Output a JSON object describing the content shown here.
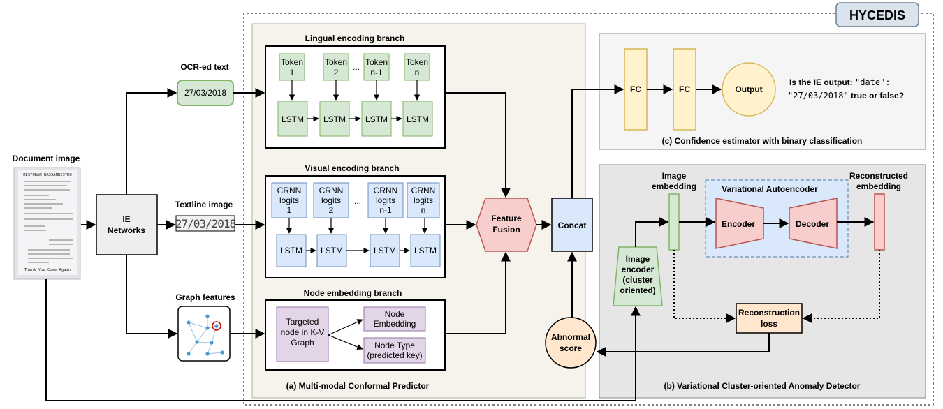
{
  "title": "HYCEDIS",
  "document_image": {
    "label": "Document image",
    "receipt_header": "RESTORAN HASSANBISTRO",
    "receipt_footer": "Thank You Come Again"
  },
  "ie_networks": {
    "line1": "IE",
    "line2": "Networks"
  },
  "ocr_text": {
    "label": "OCR-ed text",
    "value": "27/03/2018"
  },
  "textline_image": {
    "label": "Textline image",
    "value": "27/03/2018"
  },
  "graph_features": {
    "label": "Graph features"
  },
  "lingual_branch": {
    "title": "Lingual encoding branch",
    "tokens": [
      {
        "line1": "Token",
        "line2": "1"
      },
      {
        "line1": "Token",
        "line2": "2"
      },
      {
        "line1": "Token",
        "line2": "n-1"
      },
      {
        "line1": "Token",
        "line2": "n"
      }
    ],
    "ellipsis": "...",
    "lstm": [
      "LSTM",
      "LSTM",
      "LSTM",
      "LSTM"
    ]
  },
  "visual_branch": {
    "title": "Visual encoding branch",
    "logits": [
      {
        "line1": "CRNN",
        "line2": "logits",
        "line3": "1"
      },
      {
        "line1": "CRNN",
        "line2": "logits",
        "line3": "2"
      },
      {
        "line1": "CRNN",
        "line2": "logits",
        "line3": "n-1"
      },
      {
        "line1": "CRNN",
        "line2": "logits",
        "line3": "n"
      }
    ],
    "ellipsis": "...",
    "lstm": [
      "LSTM",
      "LSTM",
      "LSTM",
      "LSTM"
    ]
  },
  "node_branch": {
    "title": "Node embedding branch",
    "targeted": [
      "Targeted",
      "node in K-V",
      "Graph"
    ],
    "node_embedding": [
      "Node",
      "Embedding"
    ],
    "node_type": [
      "Node Type",
      "(predicted key)"
    ]
  },
  "feature_fusion": {
    "line1": "Feature",
    "line2": "Fusion"
  },
  "concat": "Concat",
  "predictor_caption": "(a) Multi-modal Conformal Predictor",
  "confidence": {
    "fc1": "FC",
    "fc2": "FC",
    "output": "Output",
    "question": {
      "pre": "Is the IE output: ",
      "key": "\"date\":",
      "value": "\"27/03/2018\"",
      "post": " true or false?"
    },
    "caption": "(c) Confidence estimator with binary classification"
  },
  "anomaly": {
    "image_embedding": [
      "Image",
      "embedding"
    ],
    "reconstructed_embedding": [
      "Reconstructed",
      "embedding"
    ],
    "vae_title": "Variational Autoencoder",
    "encoder": "Encoder",
    "decoder": "Decoder",
    "image_encoder": [
      "Image",
      "encoder",
      "(cluster",
      "oriented)"
    ],
    "reconstruction_loss": [
      "Reconstruction",
      "loss"
    ],
    "abnormal_score": [
      "Abnormal",
      "score"
    ],
    "caption": "(b) Variational Cluster-oriented Anomaly Detector"
  },
  "colors": {
    "green_fill": "#d5e8d4",
    "green_stroke": "#82b366",
    "blue_fill": "#dae8fc",
    "blue_stroke": "#6c8ebf",
    "purple_fill": "#e1d5e7",
    "purple_stroke": "#9673a6",
    "red_fill": "#f8cecc",
    "red_stroke": "#b85450",
    "yellow_fill": "#fff2cc",
    "yellow_stroke": "#d6b656",
    "orange_fill": "#ffe6cc",
    "orange_stroke": "#d79b00",
    "beige_panel": "#f5f3eb",
    "gray_panel": "#f5f5f5",
    "dark_panel": "#e6e6e6",
    "title_fill": "#dbe3ec",
    "title_stroke": "#6d8096"
  }
}
